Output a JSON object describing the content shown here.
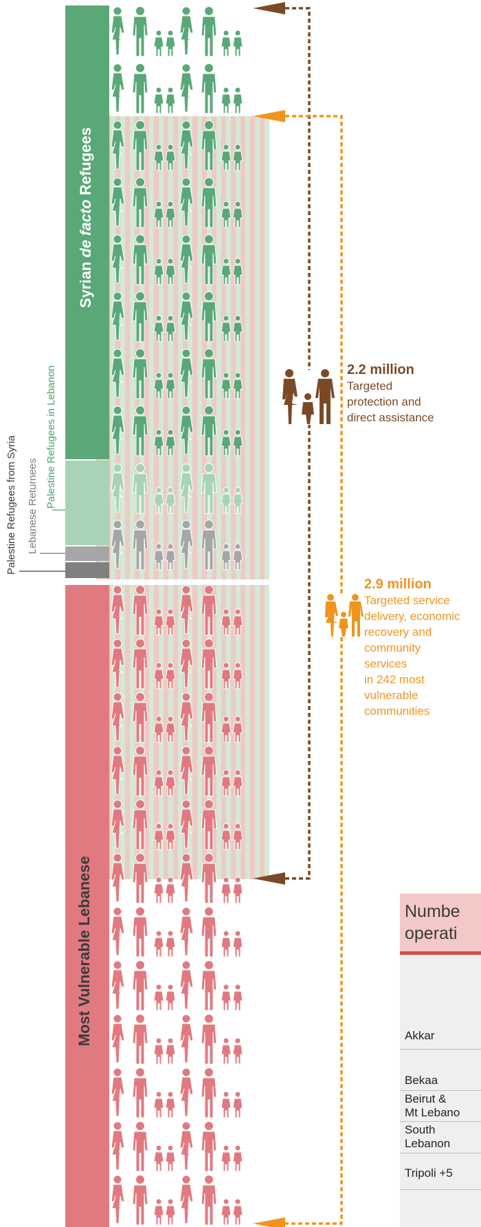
{
  "left_labels": {
    "palestine_from_syria": "Palestine Refugees from Syria",
    "lebanese_returnees": "Lebanese Returnees",
    "palestine_in_lebanon": "Palestine Refugees in Lebanon"
  },
  "bars": {
    "syrian": {
      "prefix": "Syrian ",
      "italic": "de facto",
      "suffix": " Refugees"
    },
    "lebanese": "Most Vulnerable Lebanese"
  },
  "callouts": {
    "protection": {
      "value": "2.2 million",
      "lines": [
        "Targeted",
        "protection and",
        "direct assistance"
      ]
    },
    "service": {
      "value": "2.9 million",
      "lines": [
        "Targeted service",
        "delivery, economic",
        "recovery and",
        "community",
        "services",
        "in 242 most",
        "vulnerable",
        "communities"
      ]
    }
  },
  "table": {
    "title_lines": [
      "Numbe",
      "operati"
    ],
    "rows": [
      [
        "Akkar"
      ],
      [
        "Bekaa"
      ],
      [
        "Beirut &",
        "Mt Lebano"
      ],
      [
        "South",
        "Lebanon"
      ],
      [
        "Tripoli +5"
      ]
    ]
  },
  "colors": {
    "syrian": "#5aa878",
    "syrian_light": "#a8d3b6",
    "returnee": "#a6a6a6",
    "pal_syria": "#808080",
    "lebanese": "#e07a80",
    "protection": "#7a4a26",
    "service": "#f0941e",
    "stripe_pink": "#efc9c4",
    "stripe_green": "#d3e9d6",
    "table_header": "#f2c9c6",
    "table_rule": "#d44f4f"
  },
  "icons": {
    "person": "person-silhouette-icon",
    "family": "family-icon"
  }
}
